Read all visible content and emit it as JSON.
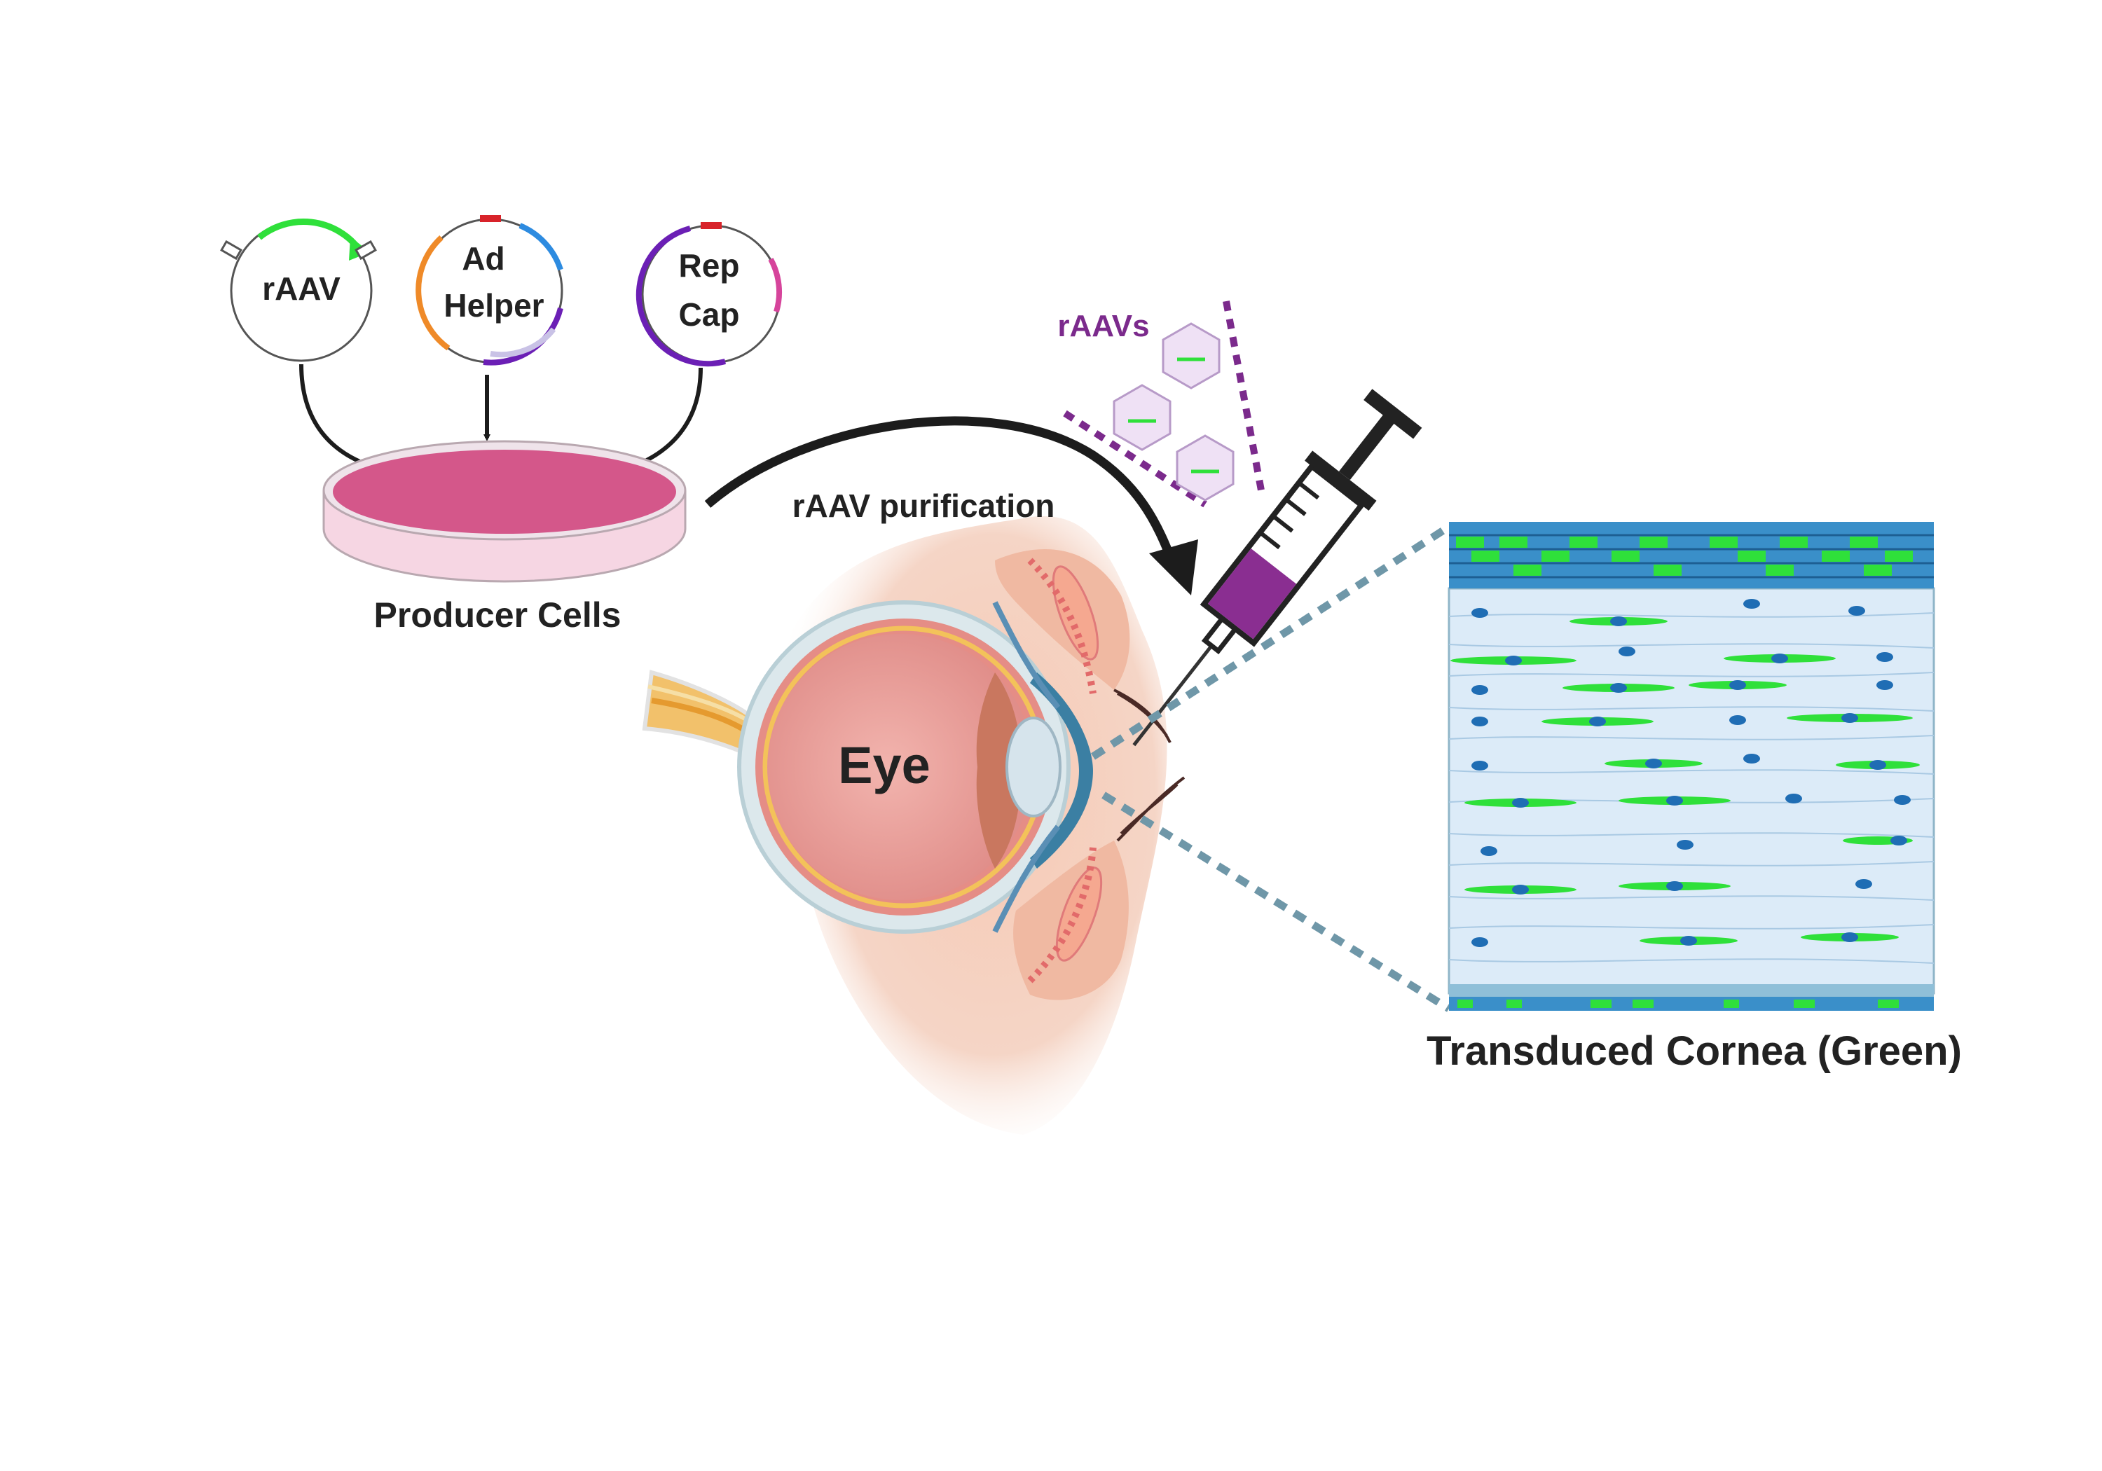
{
  "plasmids": {
    "raav": {
      "label": "rAAV"
    },
    "ad_helper": {
      "line1": "Ad",
      "line2": "Helper"
    },
    "rep_cap": {
      "line1": "Rep",
      "line2": "Cap"
    }
  },
  "dish": {
    "label": "Producer Cells"
  },
  "process": {
    "label": "rAAV purification"
  },
  "virions": {
    "label": "rAAVs"
  },
  "eye": {
    "label": "Eye"
  },
  "cornea": {
    "label": "Transduced Cornea (Green)"
  },
  "colors": {
    "text": "#222222",
    "virus_label": "#7b2a8c",
    "dish_fill": "#d4578a",
    "syringe_liquid": "#8a2e91",
    "gfp_green": "#2fe03a",
    "stroma": "#dcebf8",
    "epithelium": "#3a8fc9",
    "nucleus": "#1f6db4",
    "zoom_lines": "#6f97a8"
  }
}
